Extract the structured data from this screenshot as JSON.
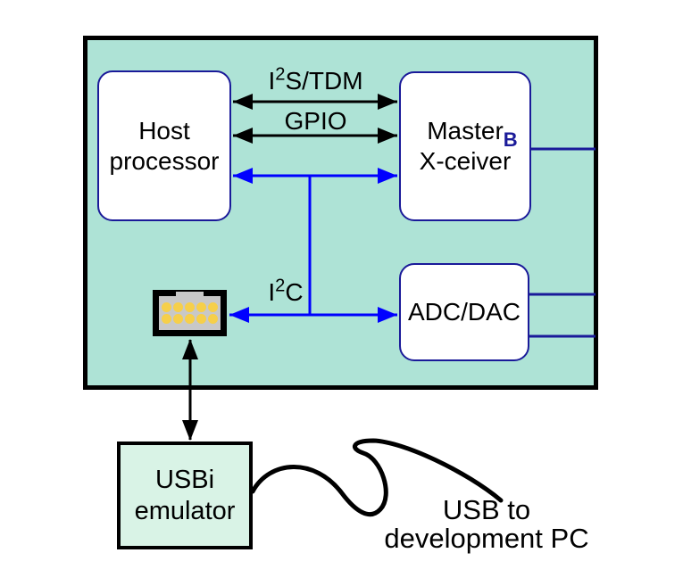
{
  "diagram": {
    "board": {
      "blocks": {
        "host": {
          "line1": "Host",
          "line2": "processor"
        },
        "master": {
          "line1": "Master",
          "sub": "B",
          "line2": "X-ceiver"
        },
        "adc_dac": {
          "label": "ADC/DAC"
        }
      },
      "bus_labels": {
        "i2s_tdm": {
          "pre": "I",
          "sup": "2",
          "post": "S/TDM"
        },
        "gpio": "GPIO",
        "i2c": {
          "pre": "I",
          "sup": "2",
          "post": "C"
        }
      }
    },
    "usbi": {
      "line1": "USBi",
      "line2": "emulator"
    },
    "cable_label": {
      "line1": "USB to",
      "line2": "development PC"
    },
    "icons": {
      "connector": "idc-header-connector-icon"
    },
    "colors": {
      "board_bg": "#aee3d6",
      "block_fill": "#ffffff",
      "block_border": "#1a1a99",
      "bus_blue": "#0000ff",
      "wire_navy": "#1a1a99",
      "wire_black": "#000000",
      "usbi_bg": "#d9f3e6",
      "connector_gray": "#c8c8c8",
      "pin_yellow": "#f6cf4a"
    }
  }
}
